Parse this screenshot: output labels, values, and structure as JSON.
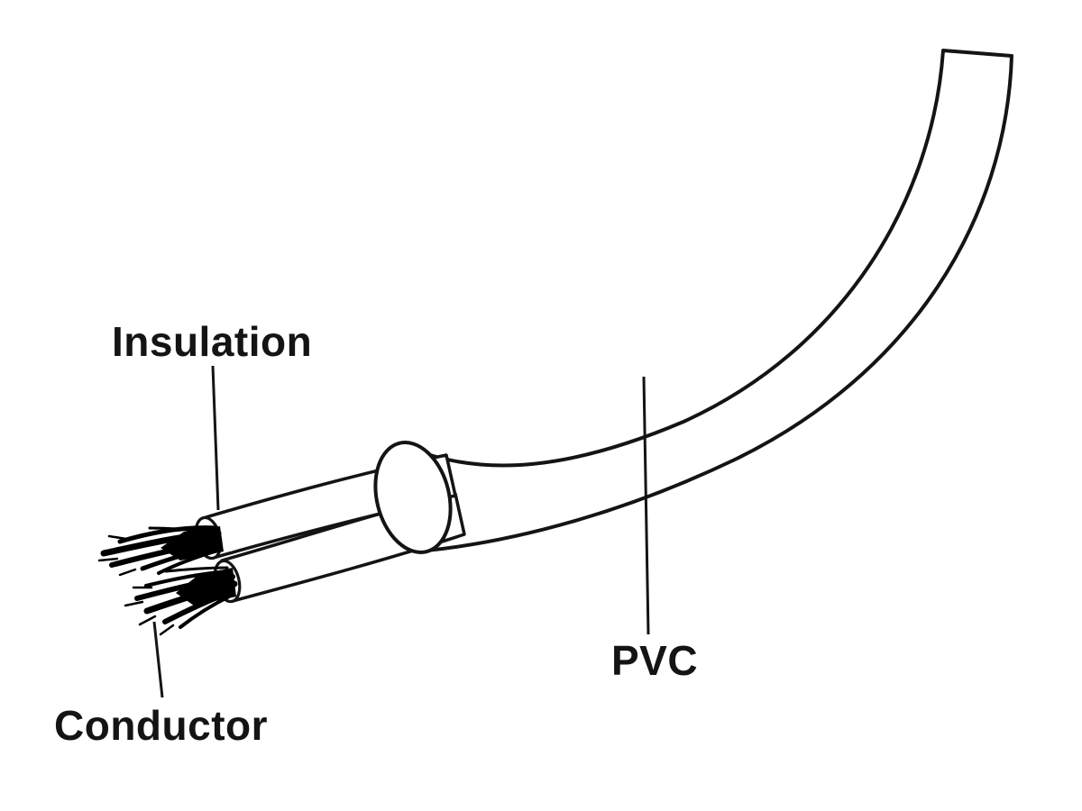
{
  "labels": {
    "insulation": "Insulation",
    "conductor": "Conductor",
    "pvc": "PVC"
  },
  "colors": {
    "background": "#ffffff",
    "outline": "#141414",
    "conductor_strands": "#000000"
  }
}
